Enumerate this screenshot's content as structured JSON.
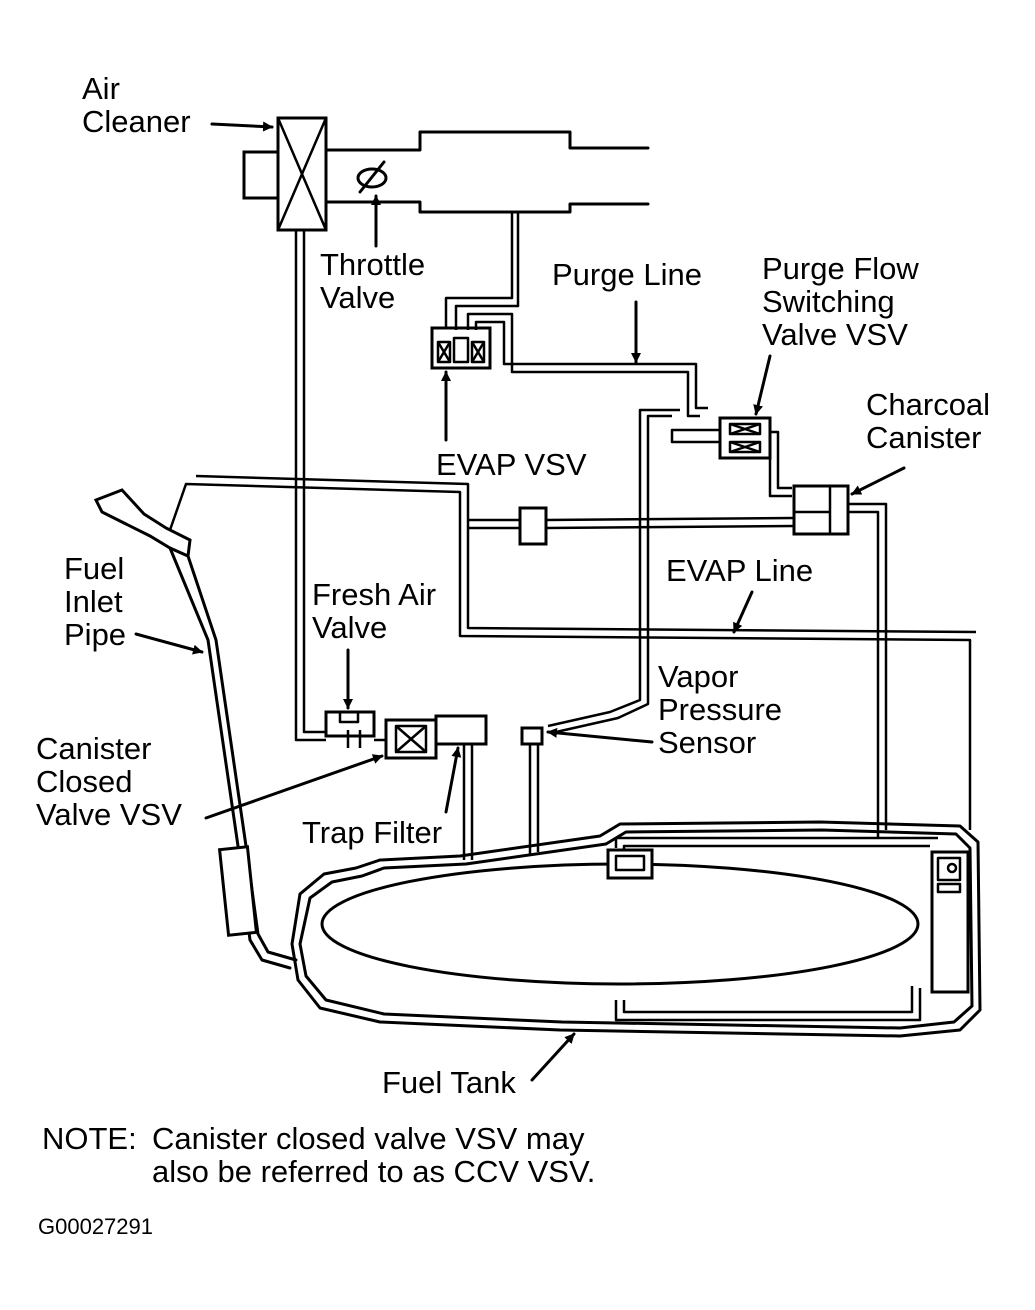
{
  "labels": {
    "air_cleaner": "Air\nCleaner",
    "throttle_valve": "Throttle\nValve",
    "purge_line": "Purge Line",
    "purge_flow_vsv": "Purge Flow\nSwitching\nValve VSV",
    "charcoal_canister": "Charcoal\nCanister",
    "evap_vsv": "EVAP VSV",
    "evap_line": "EVAP Line",
    "fuel_inlet_pipe": "Fuel\nInlet\nPipe",
    "fresh_air_valve": "Fresh Air\nValve",
    "vapor_pressure_sensor": "Vapor\nPressure\nSensor",
    "canister_closed_vsv": "Canister\nClosed\nValve VSV",
    "trap_filter": "Trap Filter",
    "fuel_tank": "Fuel Tank"
  },
  "note": {
    "prefix": "NOTE:",
    "line1": "Canister closed valve VSV may",
    "line2": "also be referred to as CCV VSV."
  },
  "figure_code": "G00027291"
}
